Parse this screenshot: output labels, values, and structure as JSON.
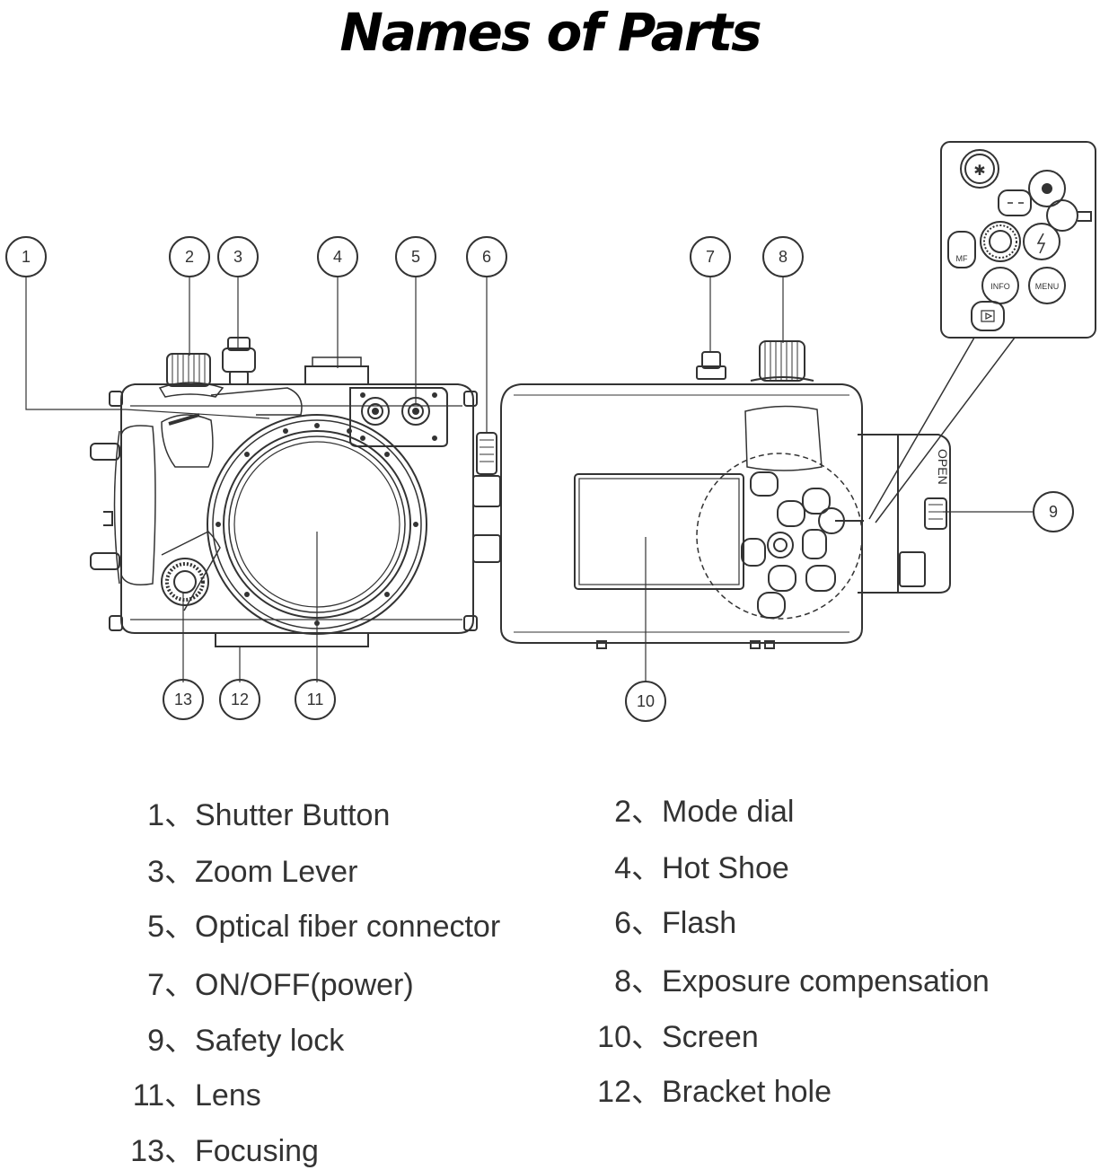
{
  "title": "Names of Parts",
  "callouts": [
    "1",
    "2",
    "3",
    "4",
    "5",
    "6",
    "7",
    "8",
    "9",
    "10",
    "11",
    "12",
    "13"
  ],
  "buttons": {
    "info": "INFO",
    "menu": "MENU",
    "mf": "MF",
    "star": "✱",
    "open": "OPEN"
  },
  "parts": [
    {
      "num": "1、",
      "label": "Shutter Button"
    },
    {
      "num": "2、",
      "label": "Mode dial"
    },
    {
      "num": "3、",
      "label": "Zoom Lever"
    },
    {
      "num": "4、",
      "label": "Hot Shoe"
    },
    {
      "num": "5、",
      "label": "Optical fiber connector"
    },
    {
      "num": "6、",
      "label": "Flash"
    },
    {
      "num": "7、",
      "label": "ON/OFF(power)"
    },
    {
      "num": "8、",
      "label": "Exposure compensation"
    },
    {
      "num": "9、",
      "label": "Safety lock"
    },
    {
      "num": "10、",
      "label": "Screen"
    },
    {
      "num": "11、",
      "label": "Lens"
    },
    {
      "num": "12、",
      "label": "Bracket hole"
    },
    {
      "num": "13、",
      "label": "Focusing"
    }
  ]
}
